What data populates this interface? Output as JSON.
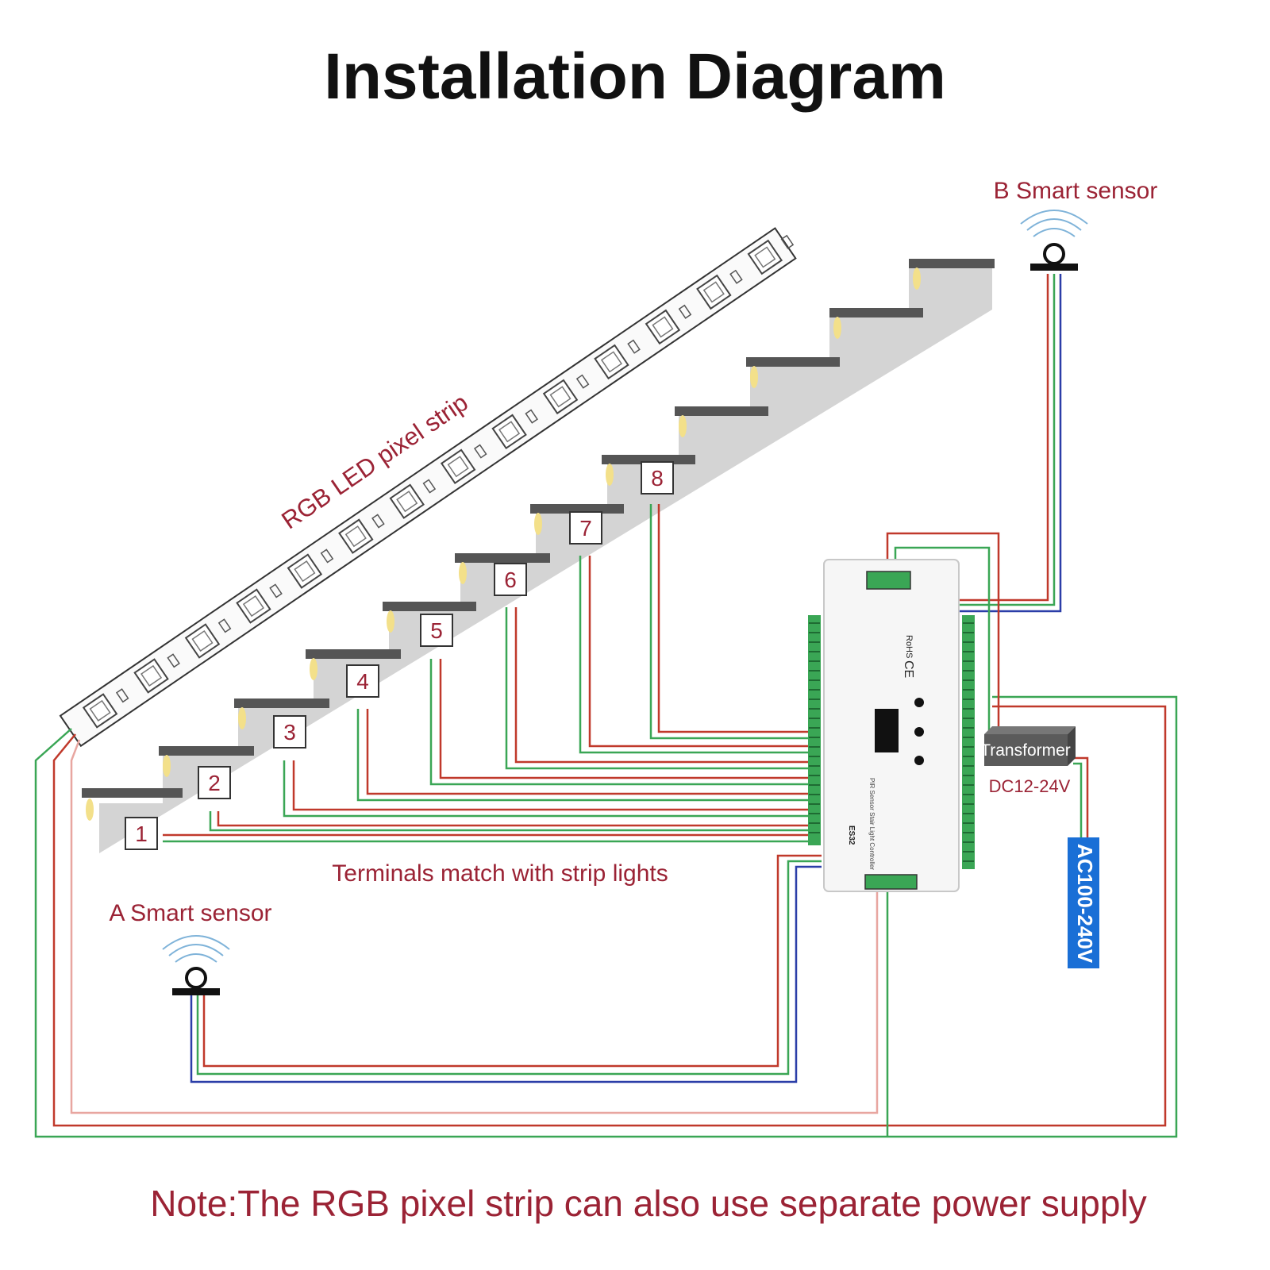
{
  "title": "Installation Diagram",
  "strip_label": "RGB LED pixel strip",
  "sensor_b_label": "B Smart sensor",
  "sensor_a_label": "A Smart sensor",
  "terminals_label": "Terminals match with strip lights",
  "transformer_label": "Transformer",
  "dc_label": "DC12-24V",
  "ac_label": "AC100-240V",
  "note": "Note:The RGB pixel strip can also use separate power supply",
  "controller": {
    "model": "ES32",
    "ce": "CE",
    "rohs": "RoHS",
    "name": "PIR Sensor Stair Light Controller"
  },
  "steps": [
    "1",
    "2",
    "3",
    "4",
    "5",
    "6",
    "7",
    "8"
  ],
  "colors": {
    "wire_red": "#c0392b",
    "wire_green": "#3aa655",
    "wire_blue": "#2b3ea8",
    "label_red": "#9b2335",
    "ac_blue": "#1a6fd6",
    "stair": "#d2d2d2",
    "tread": "#555555"
  }
}
